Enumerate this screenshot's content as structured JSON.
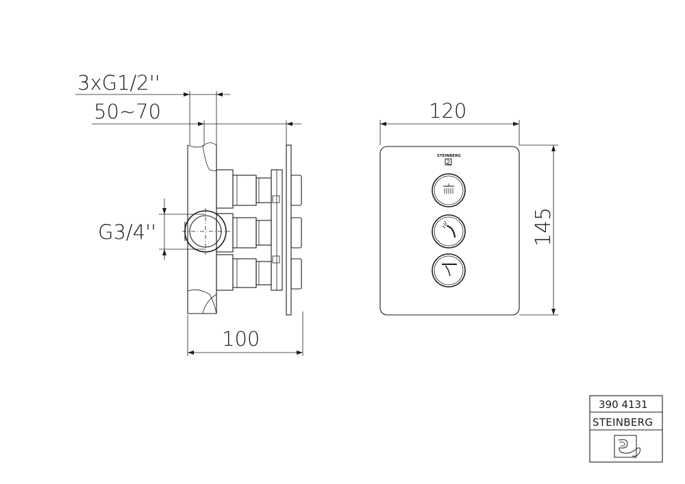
{
  "side_view": {
    "dim_connections": "3xG1/2''",
    "dim_depth_range": "50~70",
    "dim_inlet": "G3/4''",
    "dim_depth_total": "100"
  },
  "front_view": {
    "dim_width": "120",
    "dim_height": "145",
    "brand_label": "STEINBERG",
    "buttons": [
      {
        "icon": "rain-shower-icon"
      },
      {
        "icon": "hand-shower-icon"
      },
      {
        "icon": "spout-icon"
      }
    ]
  },
  "title_block": {
    "article_number": "390 4131",
    "brand": "STEINBERG",
    "logo": "steinberg-logo-icon"
  }
}
